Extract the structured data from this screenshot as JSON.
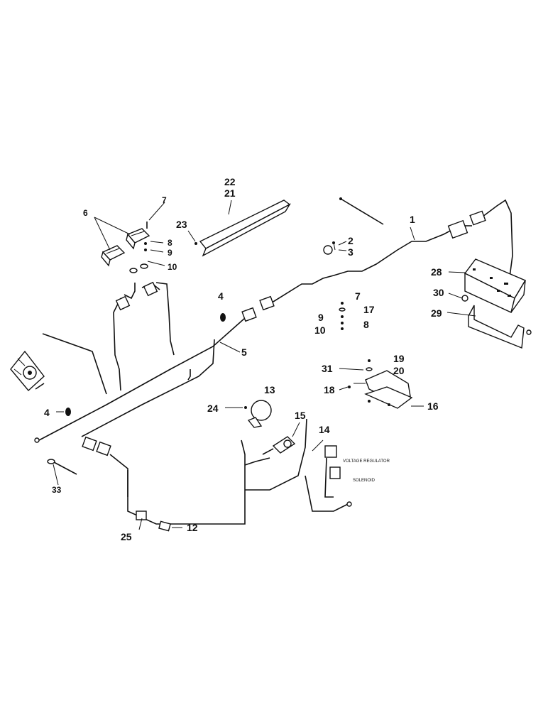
{
  "diagram": {
    "callouts": [
      "1",
      "2",
      "3",
      "4",
      "4",
      "5",
      "6",
      "7",
      "8",
      "9",
      "10",
      "7",
      "17",
      "9",
      "8",
      "10",
      "12",
      "13",
      "14",
      "15",
      "16",
      "18",
      "19",
      "20",
      "21",
      "22",
      "23",
      "24",
      "25",
      "28",
      "29",
      "30",
      "31",
      "33"
    ],
    "annotations": {
      "voltage_regulator": "VOLTAGE REGULATOR",
      "solenoid": "SOLENOID"
    },
    "colors": {
      "ink": "#111111",
      "paper": "#ffffff"
    }
  }
}
